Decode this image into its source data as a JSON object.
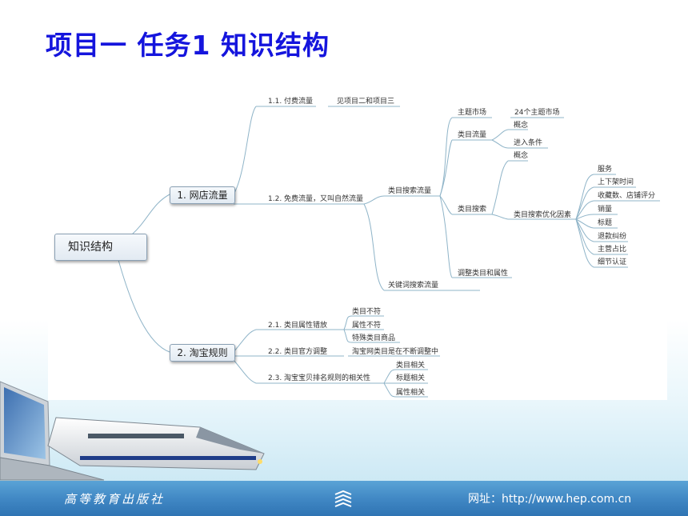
{
  "title": "项目一  任务1  知识结构",
  "mindmap": {
    "root": "知识结构",
    "b1": {
      "label": "1. 网店流量",
      "c1": "1.1. 付费流量",
      "c1_note": "见项目二和项目三",
      "c2": "1.2. 免费流量，又叫自然流量",
      "cat_search": "类目搜索流量",
      "kw_search": "关键词搜索流量",
      "theme": "主题市场",
      "theme_note": "24个主题市场",
      "cat_flow": "类目流量",
      "concept_a": "概念",
      "entry": "进入条件",
      "cat_s": "类目搜索",
      "concept_b": "概念",
      "factors": "类目搜索优化因素",
      "factor_items": [
        "服务",
        "上下架时间",
        "收藏数、店铺评分",
        "销量",
        "标题",
        "退款纠纷",
        "主营占比",
        "细节认证"
      ],
      "adjust": "调整类目和属性"
    },
    "b2": {
      "label": "2. 淘宝规则",
      "c1": "2.1. 类目属性错放",
      "c1_items": [
        "类目不符",
        "属性不符",
        "特殊类目商品"
      ],
      "c2": "2.2. 类目官方调整",
      "c2_note": "淘宝网类目是在不断调整中",
      "c3": "2.3. 淘宝宝贝排名规则的相关性",
      "c3_items": [
        "类目相关",
        "标题相关",
        "属性相关"
      ]
    }
  },
  "footer": {
    "publisher": "高等教育出版社",
    "url": "网址：http://www.hep.com.cn"
  }
}
